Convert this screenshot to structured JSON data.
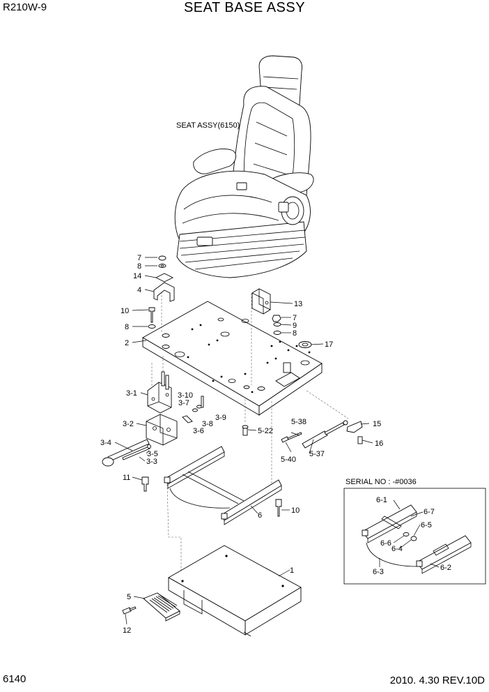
{
  "header": {
    "model": "R210W-9",
    "title": "SEAT BASE ASSY"
  },
  "footer": {
    "page_number": "6140",
    "date_rev": "2010. 4.30  REV.10D"
  },
  "labels": {
    "seat_assy": "SEAT ASSY(6150)",
    "serial_note": "SERIAL NO : -#0036"
  },
  "callouts": [
    "7",
    "8",
    "14",
    "4",
    "10",
    "8",
    "2",
    "3-1",
    "3-10",
    "3-7",
    "3-9",
    "3-8",
    "3-2",
    "3-6",
    "3-4",
    "3-5",
    "3-3",
    "11",
    "13",
    "7",
    "9",
    "8",
    "17",
    "5-22",
    "5-38",
    "15",
    "16",
    "5-40",
    "5-37",
    "10",
    "6",
    "1",
    "5",
    "12",
    "6-1",
    "6-7",
    "6-5",
    "6-6",
    "6-4",
    "6-3",
    "6-2"
  ]
}
